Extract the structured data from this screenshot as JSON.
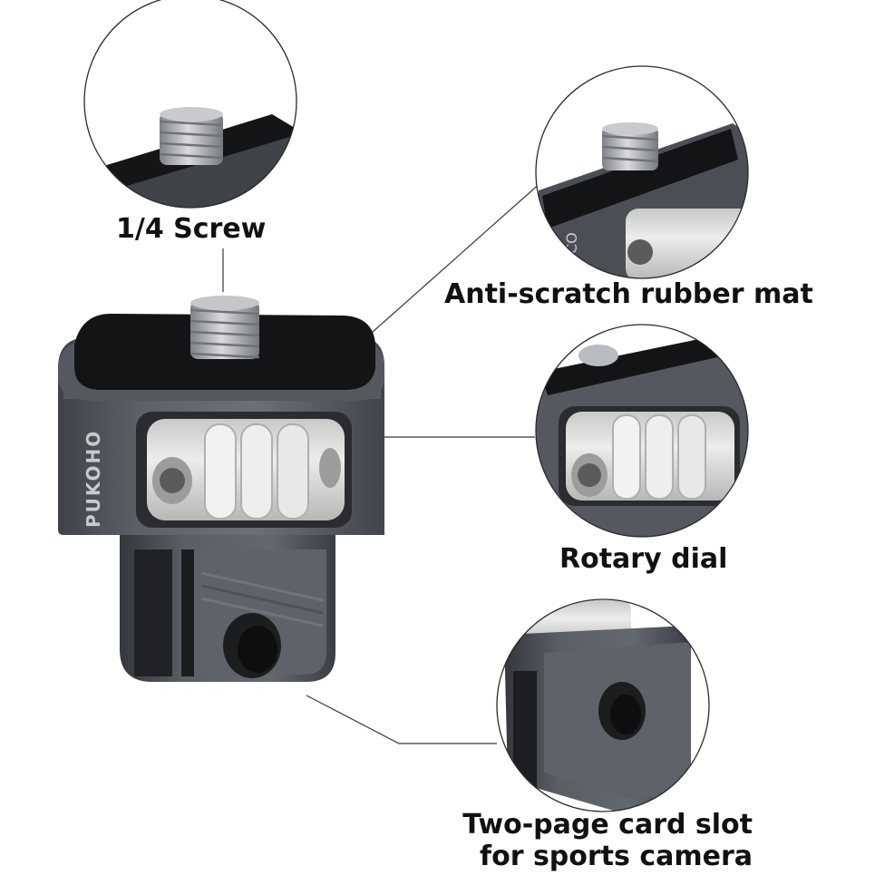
{
  "brand_text": "PUKOHO",
  "labels": {
    "screw": "1/4 Screw",
    "mat": "Anti-scratch rubber mat",
    "dial": "Rotary dial",
    "slot_line1": "Two-page card slot",
    "slot_line2": "for sports camera"
  },
  "colors": {
    "metal_dark": "#4a4e55",
    "metal_mid": "#62666d",
    "metal_light": "#878b92",
    "rubber": "#131416",
    "dial": "#d7d8d6",
    "screw": "#b4b7bb"
  }
}
